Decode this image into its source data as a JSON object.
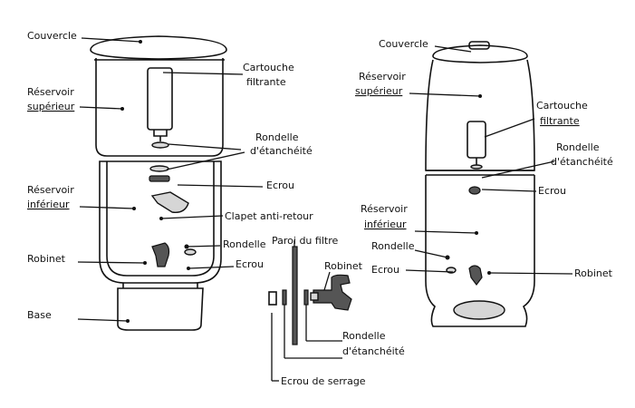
{
  "left_filter": {
    "couvercle": "Couvercle",
    "reservoir_sup_1": "Réservoir",
    "reservoir_sup_2": "supérieur",
    "cartouche_1": "Cartouche",
    "cartouche_2": "filtrante",
    "rondelle_etanch_1": "Rondelle",
    "rondelle_etanch_2": "d'étanchéité",
    "ecrou_top": "Ecrou",
    "reservoir_inf_1": "Réservoir",
    "reservoir_inf_2": "inférieur",
    "clapet": "Clapet anti-retour",
    "rondelle": "Rondelle",
    "robinet": "Robinet",
    "ecrou": "Ecrou",
    "base": "Base"
  },
  "detail": {
    "paroi": "Paroi du filtre",
    "robinet": "Robinet",
    "rondelle_1": "Rondelle",
    "rondelle_2": "d'étanchéité",
    "ecrou_serrage": "Ecrou de serrage"
  },
  "right_filter": {
    "couvercle": "Couvercle",
    "reservoir_sup_1": "Réservoir",
    "reservoir_sup_2": "supérieur",
    "cartouche_1": "Cartouche",
    "cartouche_2": "filtrante",
    "rondelle_etanch_1": "Rondelle",
    "rondelle_etanch_2": "d'étanchéité",
    "ecrou_top": "Ecrou",
    "reservoir_inf_1": "Réservoir",
    "reservoir_inf_2": "inférieur",
    "rondelle": "Rondelle",
    "ecrou": "Ecrou",
    "robinet": "Robinet"
  }
}
